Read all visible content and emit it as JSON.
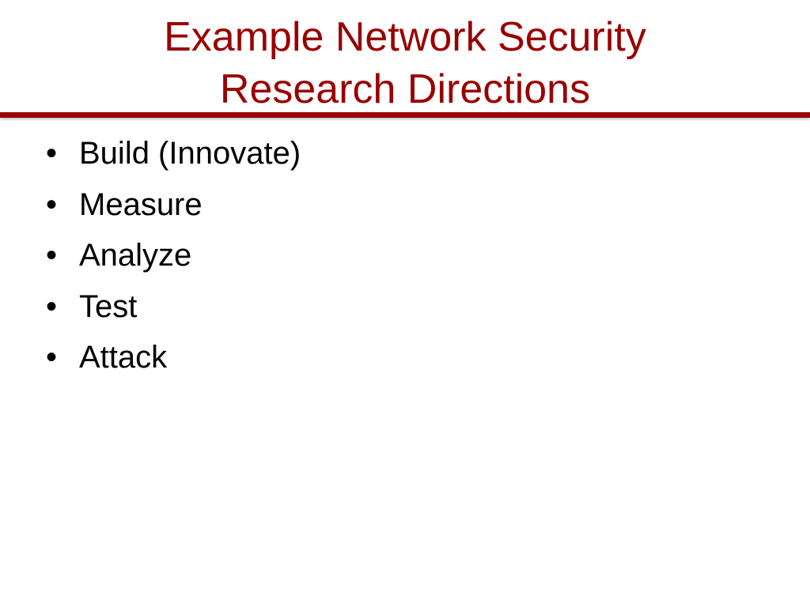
{
  "theme": {
    "title_color": "#990000",
    "rule_color": "#990000",
    "bullet_glyph": "•"
  },
  "slide": {
    "title_lines": [
      "Example Network Security",
      "Research Directions"
    ],
    "bullets": [
      "Build (Innovate)",
      "Measure",
      "Analyze",
      "Test",
      "Attack"
    ]
  }
}
